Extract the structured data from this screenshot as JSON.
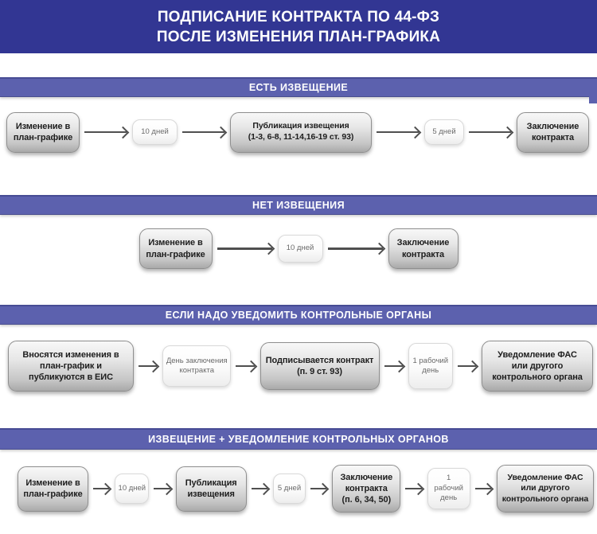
{
  "title": {
    "line1": "ПОДПИСАНИЕ КОНТРАКТА ПО 44-ФЗ",
    "line2": "ПОСЛЕ ИЗМЕНЕНИЯ ПЛАН-ГРАФИКА"
  },
  "colors": {
    "banner_bg": "#323693",
    "section_bar_bg": "#5c61ae",
    "step_box_text": "#1d1d1d",
    "duration_box_text": "#6a6a6a",
    "arrow": "#4f4f4f"
  },
  "sections": [
    {
      "title": "ЕСТЬ ИЗВЕЩЕНИЕ",
      "nodes": [
        {
          "kind": "step",
          "label": "Изменение в\nплан-графике"
        },
        {
          "kind": "duration",
          "label": "10 дней"
        },
        {
          "kind": "step",
          "label": "Публикация извещения\n(1-3, 6-8, 11-14,16-19 ст. 93)"
        },
        {
          "kind": "duration",
          "label": "5 дней"
        },
        {
          "kind": "step",
          "label": "Заключение\nконтракта"
        }
      ]
    },
    {
      "title": "НЕТ ИЗВЕЩЕНИЯ",
      "nodes": [
        {
          "kind": "step",
          "label": "Изменение в\nплан-графике"
        },
        {
          "kind": "duration",
          "label": "10 дней"
        },
        {
          "kind": "step",
          "label": "Заключение\nконтракта"
        }
      ]
    },
    {
      "title": "ЕСЛИ НАДО УВЕДОМИТЬ КОНТРОЛЬНЫЕ ОРГАНЫ",
      "nodes": [
        {
          "kind": "step",
          "label": "Вносятся изменения в\nплан-график и\nпубликуются в ЕИС"
        },
        {
          "kind": "duration",
          "label": "День заключения\nконтракта"
        },
        {
          "kind": "step",
          "label": "Подписывается контракт\n(п. 9 ст. 93)"
        },
        {
          "kind": "duration",
          "label": "1 рабочий\nдень"
        },
        {
          "kind": "step",
          "label": "Уведомление ФАС\nили другого\nконтрольного органа"
        }
      ]
    },
    {
      "title": "ИЗВЕЩЕНИЕ + УВЕДОМЛЕНИЕ КОНТРОЛЬНЫХ ОРГАНОВ",
      "nodes": [
        {
          "kind": "step",
          "label": "Изменение в\nплан-графике"
        },
        {
          "kind": "duration",
          "label": "10 дней"
        },
        {
          "kind": "step",
          "label": "Публикация\nизвещения"
        },
        {
          "kind": "duration",
          "label": "5 дней"
        },
        {
          "kind": "step",
          "label": "Заключение\nконтракта\n(п. 6, 34, 50)"
        },
        {
          "kind": "duration",
          "label": "1\nрабочий\nдень"
        },
        {
          "kind": "step",
          "label": "Уведомление ФАС\nили другого\nконтрольного органа"
        }
      ]
    }
  ]
}
